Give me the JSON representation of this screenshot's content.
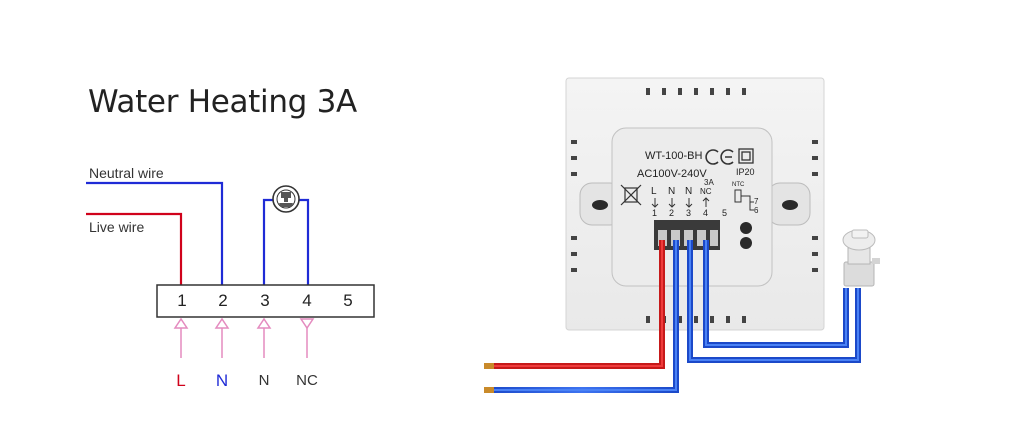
{
  "diagram": {
    "title": "Water Heating 3A",
    "wires": {
      "neutral_label": "Neutral wire",
      "live_label": "Live wire"
    },
    "terminals": [
      "1",
      "2",
      "3",
      "4",
      "5"
    ],
    "bottom_labels": {
      "t1": "L",
      "t2": "N",
      "t3": "N",
      "t4": "NC"
    },
    "colors": {
      "live": "#d0021b",
      "neutral": "#1f2bd6",
      "arrow_pink": "#e48bbf",
      "label_L": "#d0021b",
      "label_N": "#1f2bd6"
    },
    "device_icon": "valve-actuator-icon"
  },
  "device": {
    "model": "WT-100-BH",
    "voltage": "AC100V-240V",
    "current": "3A",
    "ip_rating": "IP20",
    "terminal_labels": [
      "L",
      "N",
      "N",
      "NC"
    ],
    "terminal_numbers": [
      "1",
      "2",
      "3",
      "4",
      "5"
    ],
    "ntc_label": "NTC",
    "ntc_pins": [
      "7",
      "6"
    ],
    "marks": [
      "ce-mark-icon",
      "double-insulation-icon",
      "weee-bin-icon",
      "ntc-sensor-icon"
    ]
  }
}
